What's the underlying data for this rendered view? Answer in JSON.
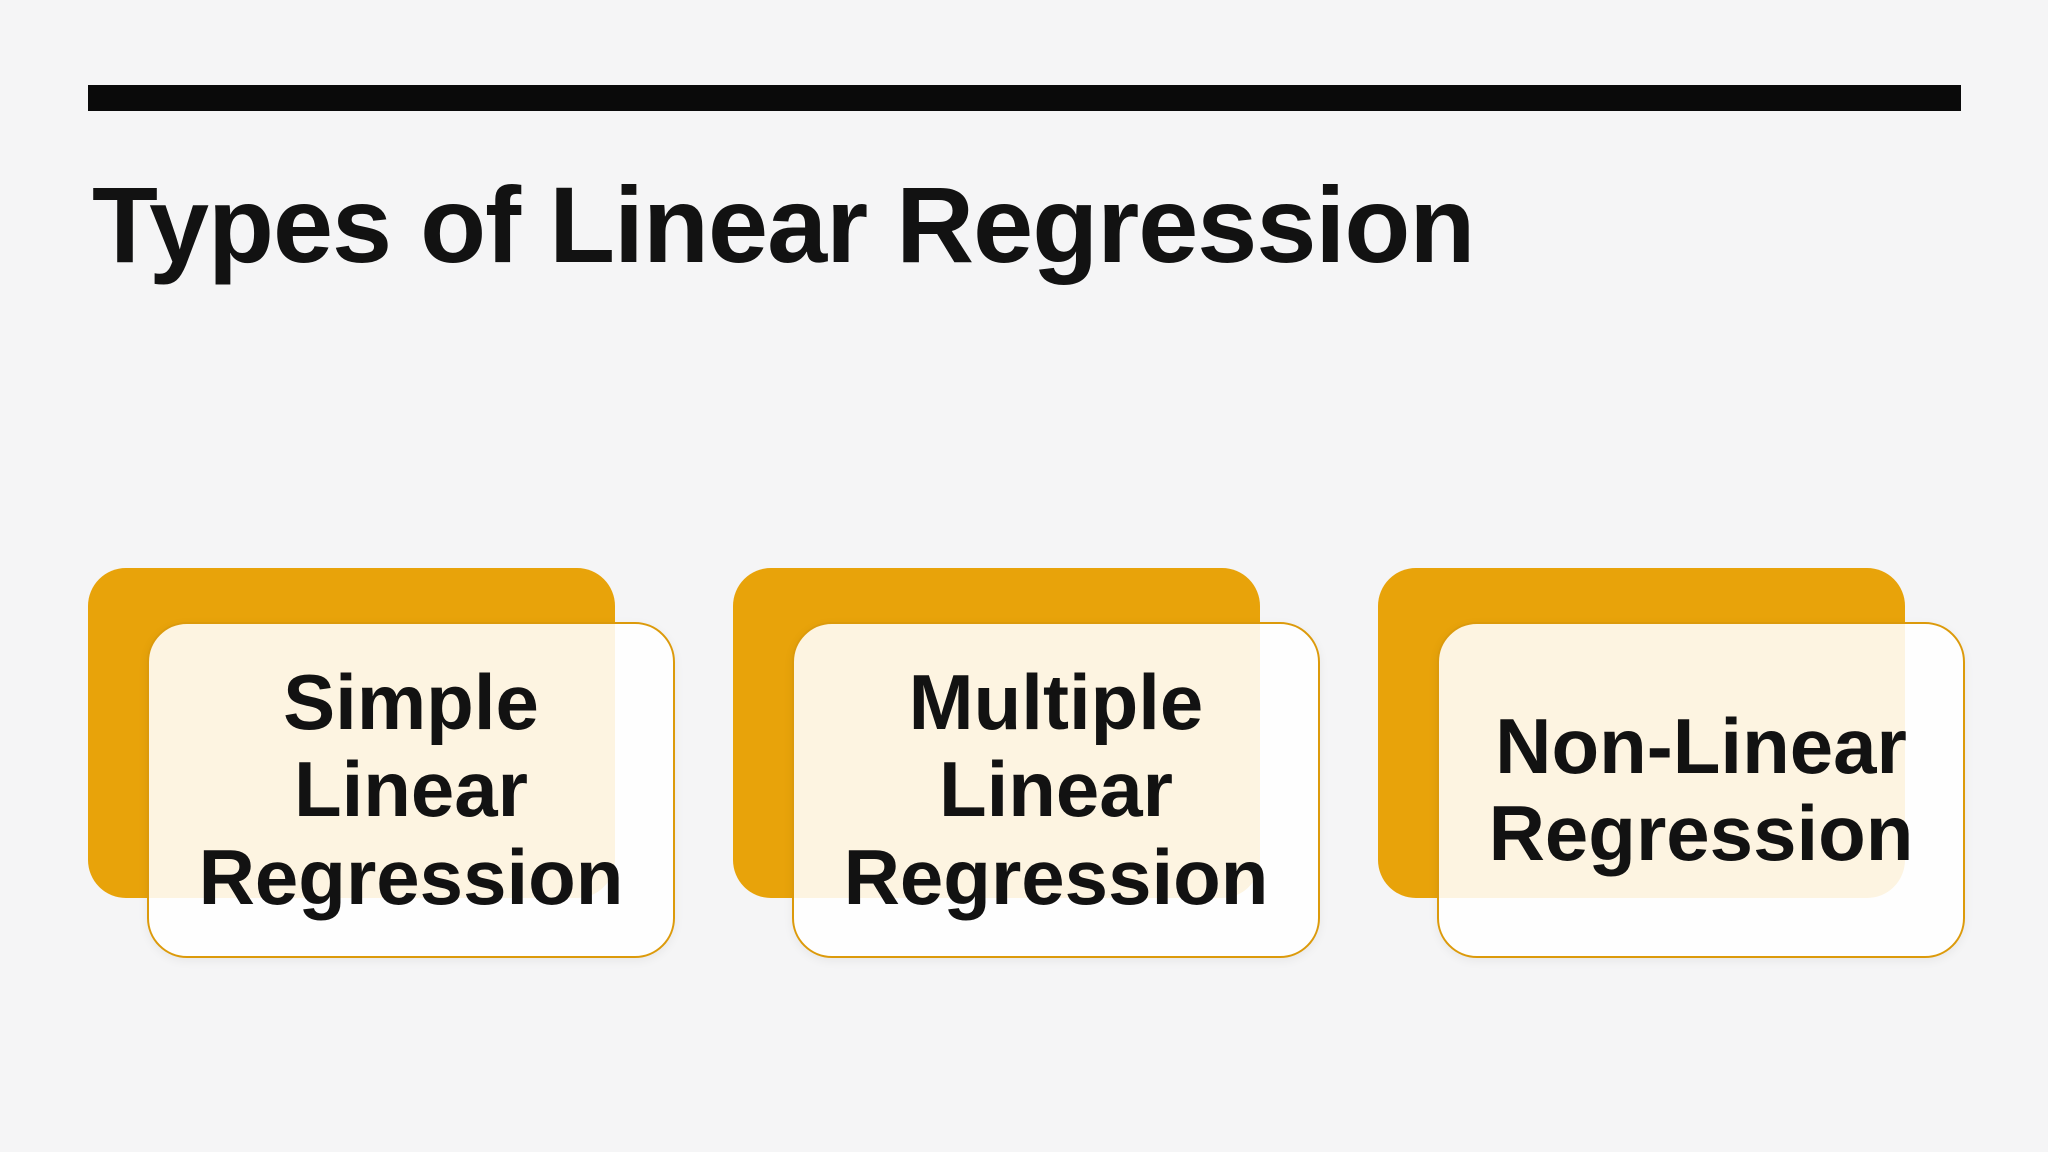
{
  "page": {
    "background": "#f5f5f6",
    "accent_orange": "#e8a30a",
    "card_border_orange": "#dc9a0b",
    "bar_color": "#0a0a0a",
    "text_color": "#121212"
  },
  "header": {
    "title": "Types of Linear Regression"
  },
  "cards": [
    {
      "label": "Simple Linear Regression",
      "lines": [
        "Simple",
        "Linear",
        "Regression"
      ]
    },
    {
      "label": "Multiple Linear Regression",
      "lines": [
        "Multiple",
        "Linear",
        "Regression"
      ]
    },
    {
      "label": "Non-Linear Regression",
      "lines": [
        "Non-Linear",
        "Regression"
      ]
    }
  ]
}
